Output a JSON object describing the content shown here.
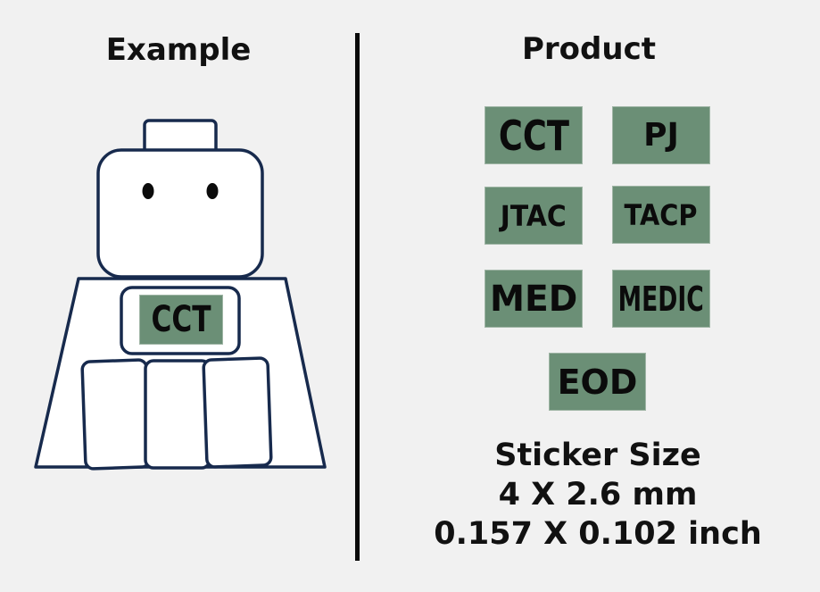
{
  "example": {
    "heading": "Example",
    "chest_sticker": "CCT"
  },
  "product": {
    "heading": "Product",
    "stickers": [
      "CCT",
      "PJ",
      "JTAC",
      "TACP",
      "MED",
      "MEDIC",
      "EOD"
    ]
  },
  "sticker_size": {
    "title": "Sticker Size",
    "mm": "4 X 2.6 mm",
    "inch": "0.157 X 0.102 inch"
  },
  "colors": {
    "sticker_fill": "#6b8f76",
    "outline": "#172a4d",
    "background": "#f1f1f1"
  }
}
